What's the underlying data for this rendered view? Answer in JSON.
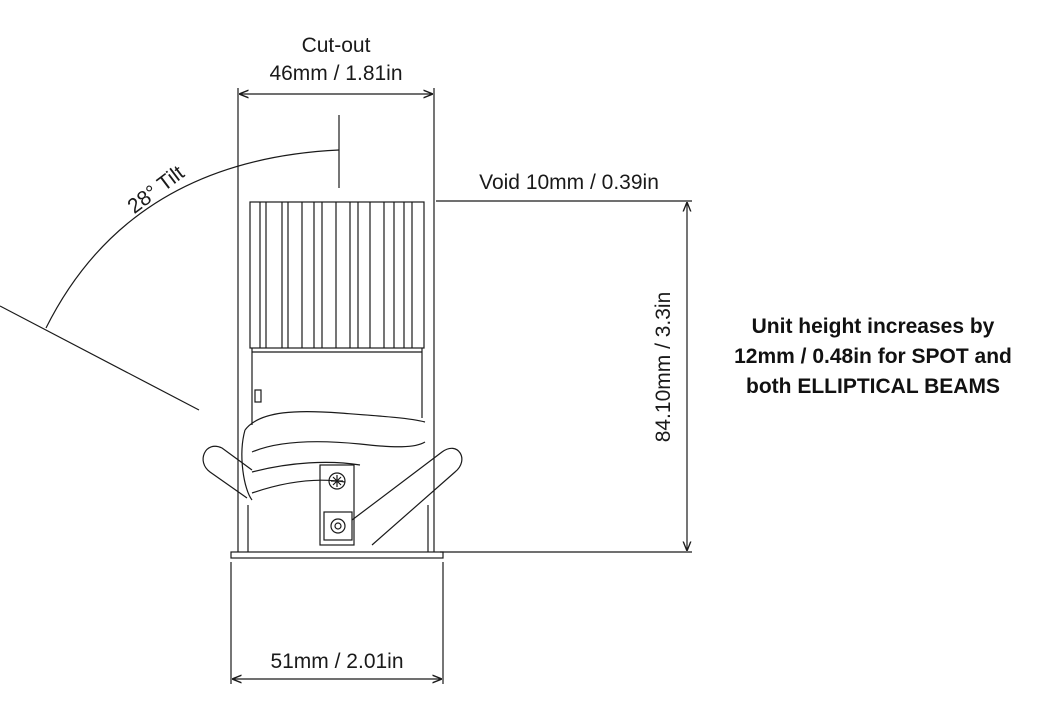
{
  "dimensions": {
    "cutout_title": "Cut-out",
    "cutout_value": "46mm / 1.81in",
    "void": "Void 10mm / 0.39in",
    "height": "84.10mm / 3.3in",
    "bottom_width": "51mm / 2.01in",
    "tilt": "28° Tilt"
  },
  "note": {
    "line1": "Unit height increases by",
    "line2": "12mm / 0.48in for SPOT and",
    "line3": "both ELLIPTICAL BEAMS"
  },
  "colors": {
    "line": "#1a1a1a",
    "background": "#ffffff"
  }
}
